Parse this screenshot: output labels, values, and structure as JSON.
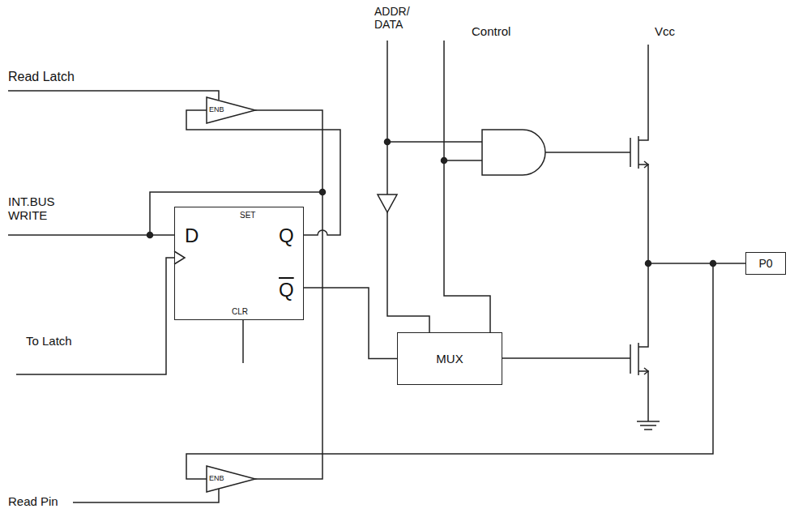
{
  "diagram": {
    "nodes": [
      {
        "text": [
          "D",
          "SET",
          "Q",
          "Q",
          "CLR"
        ]
      },
      {
        "text": [
          "MUX"
        ]
      },
      {
        "text": [
          "P0"
        ]
      }
    ],
    "edges": [
      {
        "from": 0,
        "to": 1,
        "arrow": "none"
      }
    ],
    "labels": [
      "Read Latch",
      "ADDR/ DATA",
      "Control",
      "Vcc",
      "INT.BUS WRITE",
      "To Latch",
      "Read Pin",
      "ENB",
      "ENB"
    ]
  }
}
